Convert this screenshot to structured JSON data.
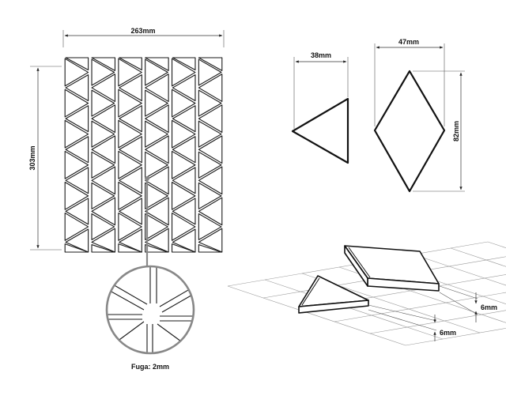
{
  "dimensions": {
    "sheet_width": "263mm",
    "sheet_height": "303mm",
    "triangle_width": "38mm",
    "rhombus_width": "47mm",
    "rhombus_height": "82mm",
    "thickness_rhombus": "6mm",
    "thickness_triangle": "6mm"
  },
  "detail": {
    "label": "Fuga: 2mm"
  },
  "colors": {
    "line": "#1a1a1a",
    "grid": "#9a9a9a",
    "magnifier": "#888888"
  }
}
